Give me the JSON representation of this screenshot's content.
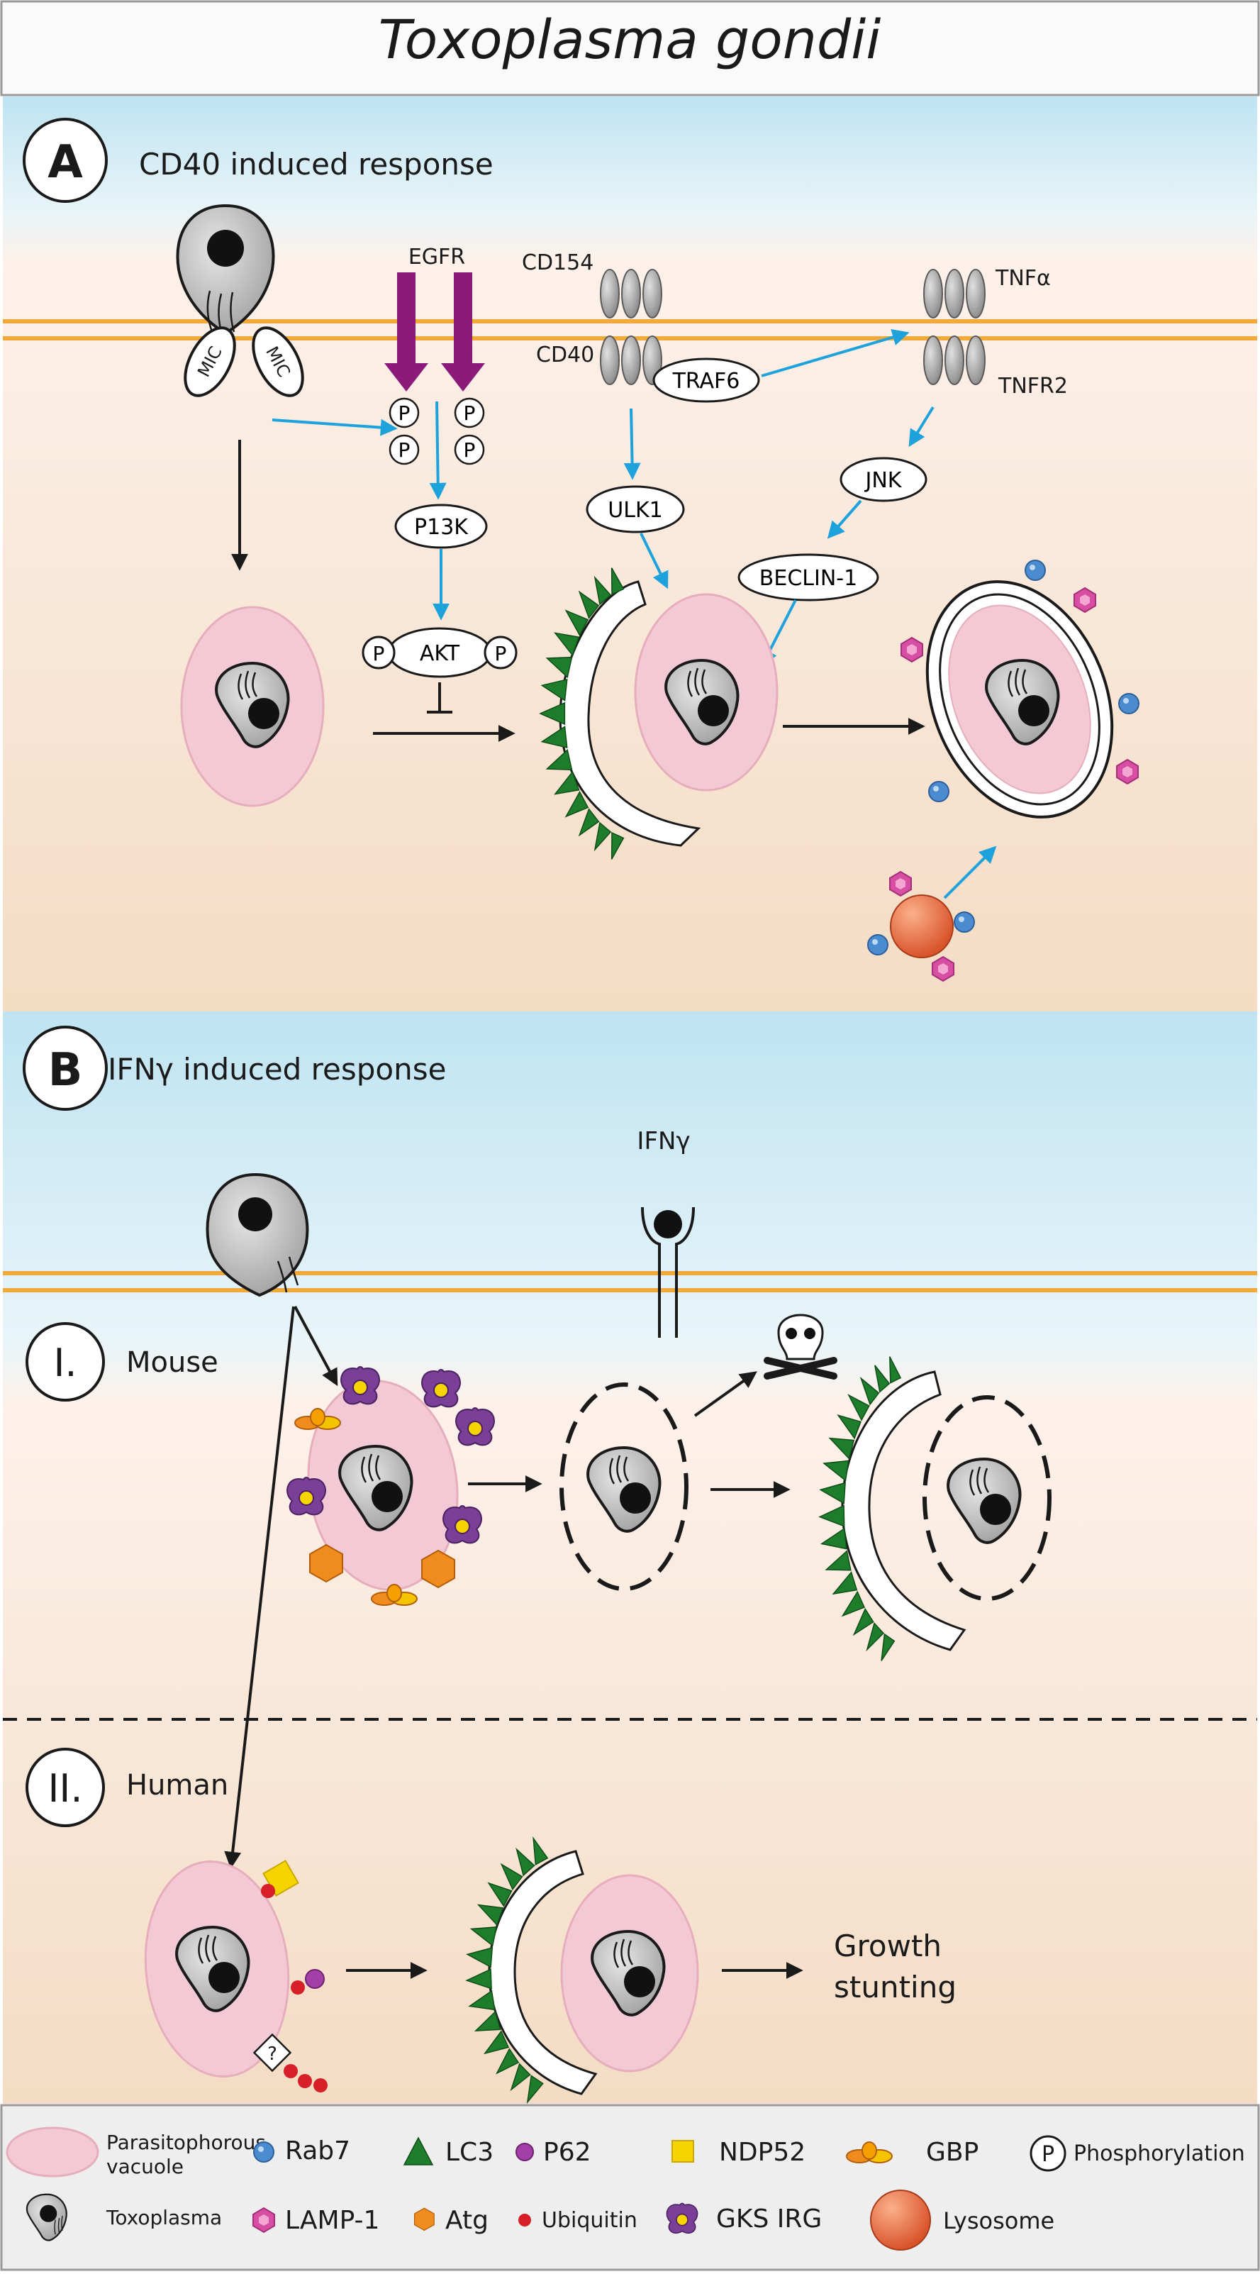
{
  "title": "Toxoplasma gondii",
  "panel_a": {
    "letter": "A",
    "heading": "CD40 induced response",
    "labels": {
      "egfr": "EGFR",
      "cd154": "CD154",
      "cd40": "CD40",
      "tnfa": "TNFα",
      "tnfr2": "TNFR2",
      "traf6": "TRAF6",
      "jnk": "JNK",
      "ulk1": "ULK1",
      "beclin1": "BECLIN-1",
      "pi3k": "P13K",
      "akt": "AKT",
      "p": "P",
      "mic": "MIC"
    }
  },
  "panel_b": {
    "letter": "B",
    "heading": "IFNγ induced response",
    "ifng": "IFNγ",
    "mouse_numeral": "I.",
    "mouse_label": "Mouse",
    "human_numeral": "II.",
    "human_label": "Human",
    "question": "?",
    "outcome_line1": "Growth",
    "outcome_line2": "stunting"
  },
  "legend": {
    "pv_line1": "Parasitophorous",
    "pv_line2": "vacuole",
    "toxoplasma": "Toxoplasma",
    "rab7": "Rab7",
    "lamp1": "LAMP-1",
    "lc3": "LC3",
    "atg": "Atg",
    "p62": "P62",
    "ubiquitin": "Ubiquitin",
    "ndp52": "NDP52",
    "gks_irg": "GKS IRG",
    "gbp": "GBP",
    "lysosome": "Lysosome",
    "phosphorylation": "Phosphorylation",
    "p": "P"
  },
  "colors": {
    "membrane": "#f2a93b",
    "arrow_blue": "#1ea2dc",
    "egfr": "#8b1a7a",
    "vacuole": "#f2c9d4",
    "lc3": "#1e7d2b",
    "rab7": "#4a8ccf",
    "lamp1": "#d84ea3",
    "atg": "#f08c1e",
    "ubiquitin": "#d61f26",
    "p62": "#a53fa8",
    "ndp52": "#f5d400",
    "gks_irg": "#7a3f96",
    "lysosome": "#e96a3f"
  }
}
